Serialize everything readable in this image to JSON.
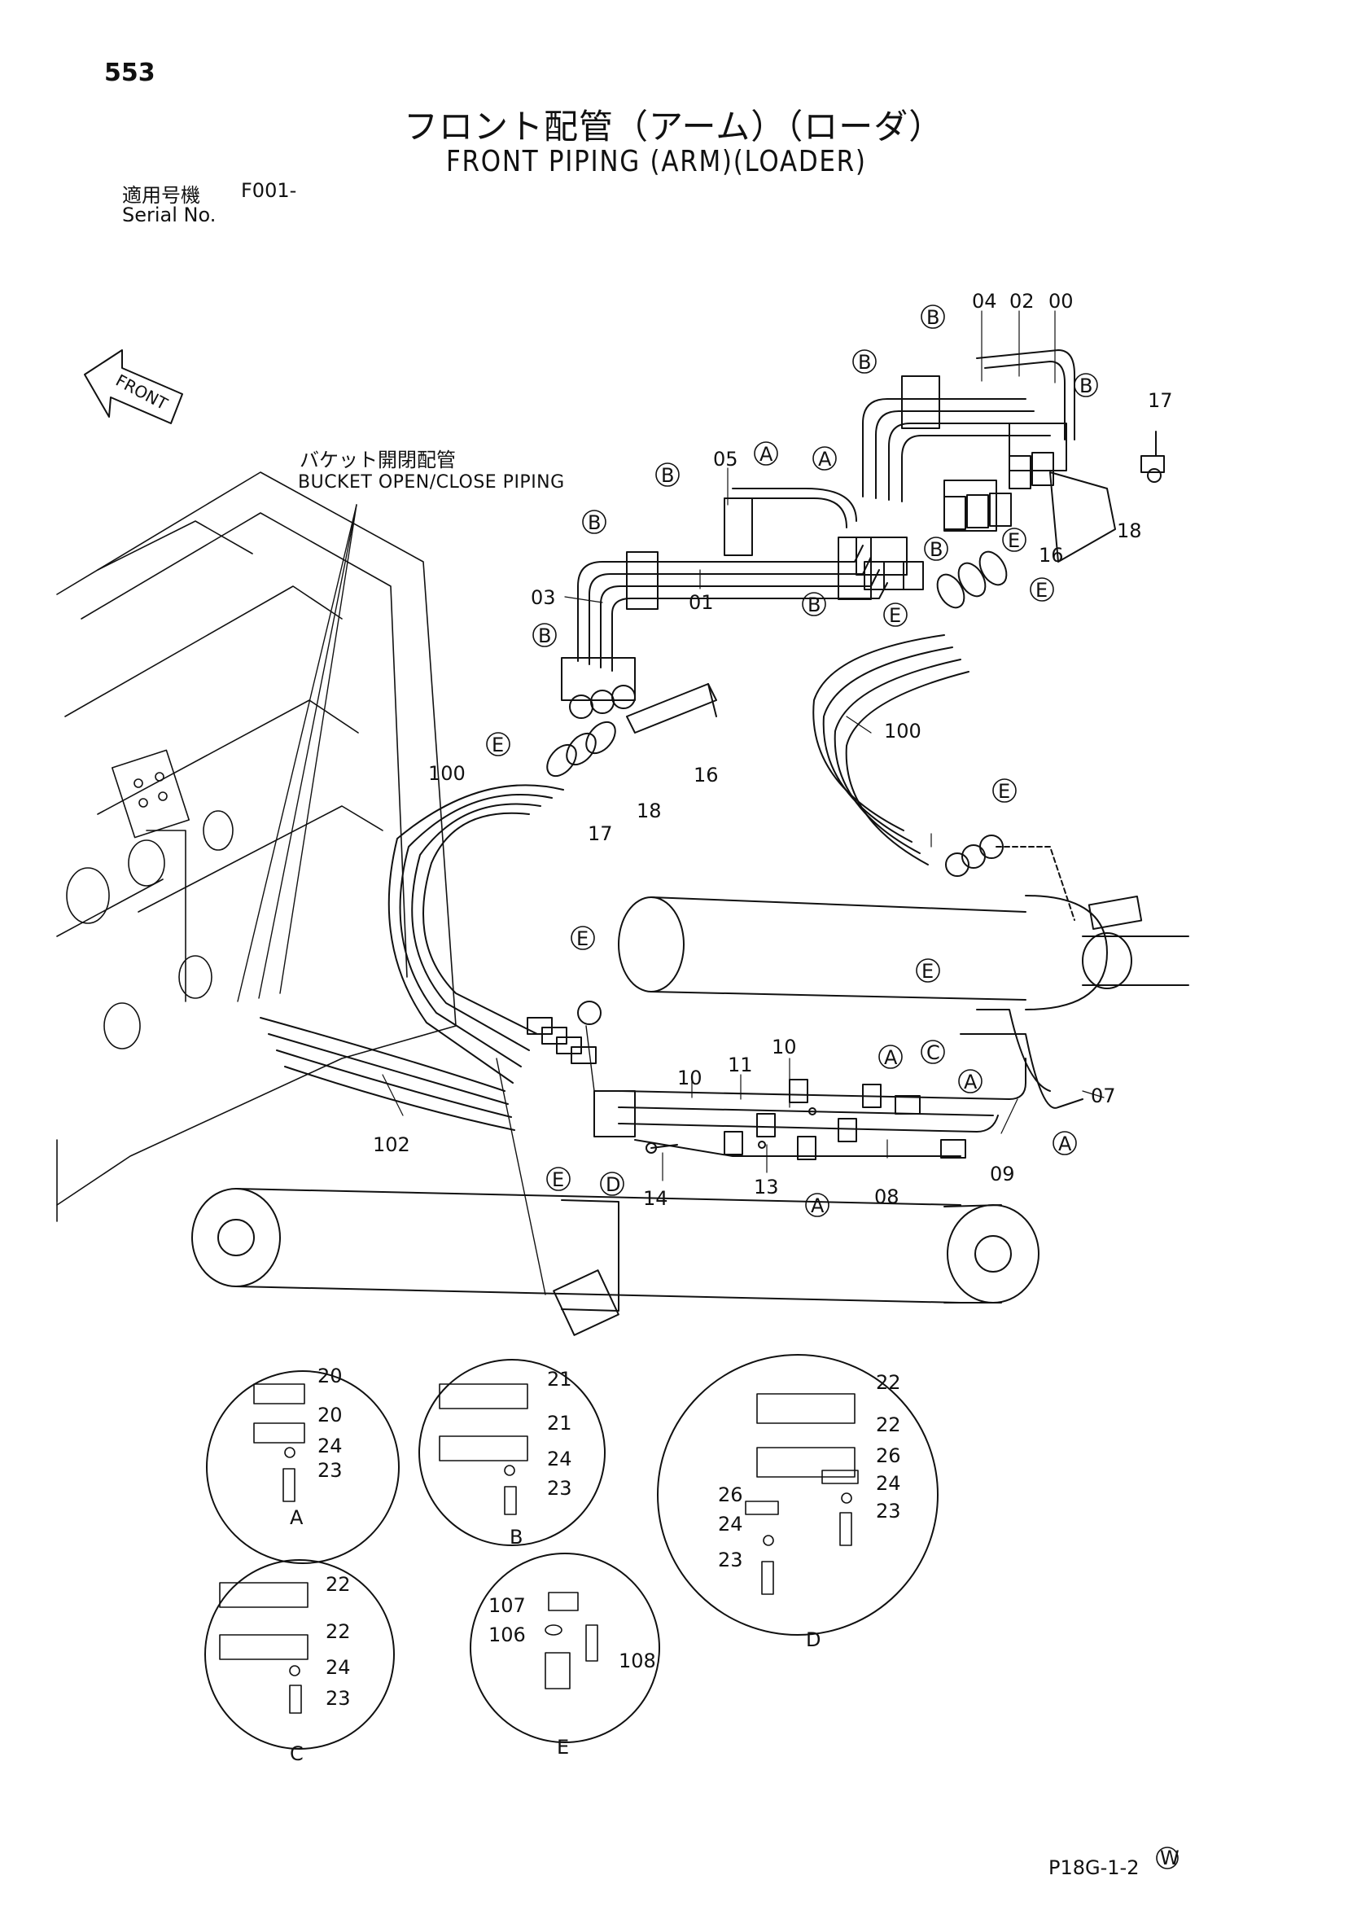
{
  "header": {
    "page_number": "553",
    "title_jp": "フロント配管（アーム）（ローダ）",
    "title_en": "FRONT PIPING (ARM)(LOADER)",
    "serial_label_jp": "適用号機",
    "serial_value": "F001-",
    "serial_label_en": "Serial No."
  },
  "direction_arrow": {
    "label": "FRONT"
  },
  "bucket_note": {
    "label_jp": "バケット開閉配管",
    "label_en": "BUCKET OPEN/CLOSE PIPING"
  },
  "callouts": {
    "c00": "00",
    "c01": "01",
    "c02": "02",
    "c03": "03",
    "c04": "04",
    "c05": "05",
    "c07": "07",
    "c08": "08",
    "c09": "09",
    "c10a": "10",
    "c10b": "10",
    "c11": "11",
    "c13": "13",
    "c14": "14",
    "c16a": "16",
    "c16b": "16",
    "c17a": "17",
    "c17b": "17",
    "c18a": "18",
    "c18b": "18",
    "c100a": "100",
    "c100b": "100",
    "c102": "102",
    "d_a_20a": "20",
    "d_a_20b": "20",
    "d_a_24": "24",
    "d_a_23": "23",
    "d_b_21a": "21",
    "d_b_21b": "21",
    "d_b_24": "24",
    "d_b_23": "23",
    "d_c_22a": "22",
    "d_c_22b": "22",
    "d_c_24": "24",
    "d_c_23": "23",
    "d_d_22a": "22",
    "d_d_22b": "22",
    "d_d_26a": "26",
    "d_d_24a": "24",
    "d_d_23a": "23",
    "d_d_26b": "26",
    "d_d_24b": "24",
    "d_d_23b": "23",
    "d_e_107": "107",
    "d_e_106": "106",
    "d_e_108": "108"
  },
  "detail_labels": {
    "a": "A",
    "b": "B",
    "c": "C",
    "d": "D",
    "e": "E"
  },
  "clamp_letters": {
    "A": "A",
    "B": "B",
    "C": "C",
    "D": "D",
    "E": "E"
  },
  "footer": {
    "mark": "W",
    "code": "P18G-1-2"
  }
}
